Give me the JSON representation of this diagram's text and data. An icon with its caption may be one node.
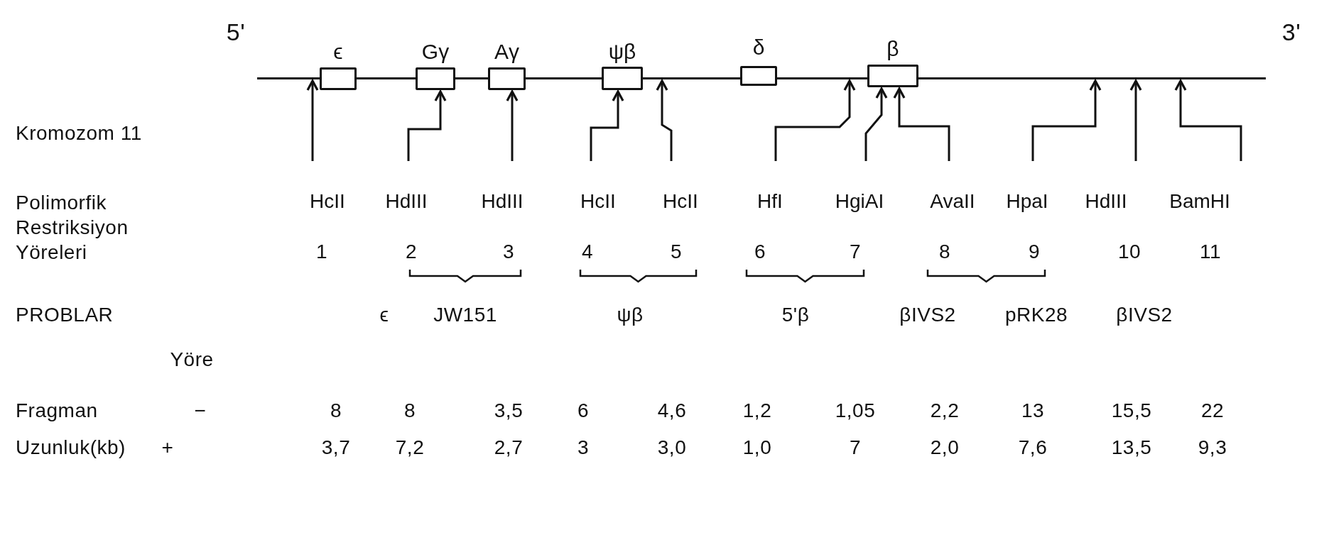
{
  "diagram": {
    "nodes": [
      {
        "text": [],
        "shape": "bar"
      },
      {
        "text": [
          "ϵ"
        ]
      },
      {
        "text": [
          "Gγ"
        ]
      },
      {
        "text": [
          "Aγ"
        ]
      },
      {
        "text": [
          "ψβ"
        ]
      },
      {
        "text": [
          "δ"
        ]
      },
      {
        "text": [
          "β"
        ]
      },
      {
        "text": [
          "HcII"
        ]
      },
      {
        "text": [
          "HdIII"
        ]
      },
      {
        "text": [
          "HdIII"
        ]
      },
      {
        "text": [
          "HcII"
        ]
      },
      {
        "text": [
          "HcII"
        ]
      },
      {
        "text": [
          "HfI"
        ]
      },
      {
        "text": [
          "HgiAI"
        ]
      },
      {
        "text": [
          "AvaII"
        ]
      },
      {
        "text": [
          "HpaI"
        ]
      },
      {
        "text": [
          "HdIII"
        ]
      },
      {
        "text": [
          "BamHI"
        ]
      }
    ],
    "edges": [
      {
        "from": 7,
        "to": 0,
        "arrow": "to"
      },
      {
        "from": 8,
        "to": 2,
        "arrow": "to"
      },
      {
        "from": 9,
        "to": 3,
        "arrow": "to"
      },
      {
        "from": 10,
        "to": 4,
        "arrow": "to"
      },
      {
        "from": 11,
        "to": 0,
        "arrow": "to"
      },
      {
        "from": 12,
        "to": 0,
        "arrow": "to"
      },
      {
        "from": 13,
        "to": 6,
        "arrow": "to"
      },
      {
        "from": 14,
        "to": 6,
        "arrow": "to"
      },
      {
        "from": 15,
        "to": 0,
        "arrow": "to"
      },
      {
        "from": 16,
        "to": 0,
        "arrow": "to"
      },
      {
        "from": 17,
        "to": 0,
        "arrow": "to"
      }
    ],
    "labels": [
      "5'",
      "3'",
      "Kromozom 11",
      "Polimorfik Restriksiyon Yöreleri",
      "1",
      "2",
      "3",
      "4",
      "5",
      "6",
      "7",
      "8",
      "9",
      "10",
      "11",
      "PROBLAR",
      "ϵ",
      "JW151",
      "ψβ",
      "5'β",
      "βIVS2",
      "pRK28",
      "βIVS2",
      "Yöre",
      "Fragman",
      "−",
      "8",
      "8",
      "3,5",
      "6",
      "4,6",
      "1,2",
      "1,05",
      "2,2",
      "13",
      "15,5",
      "22",
      "Uzunluk(kb)",
      "+",
      "3,7",
      "7,2",
      "2,7",
      "3",
      "3,0",
      "1,0",
      "7",
      "2,0",
      "7,6",
      "13,5",
      "9,3"
    ]
  }
}
